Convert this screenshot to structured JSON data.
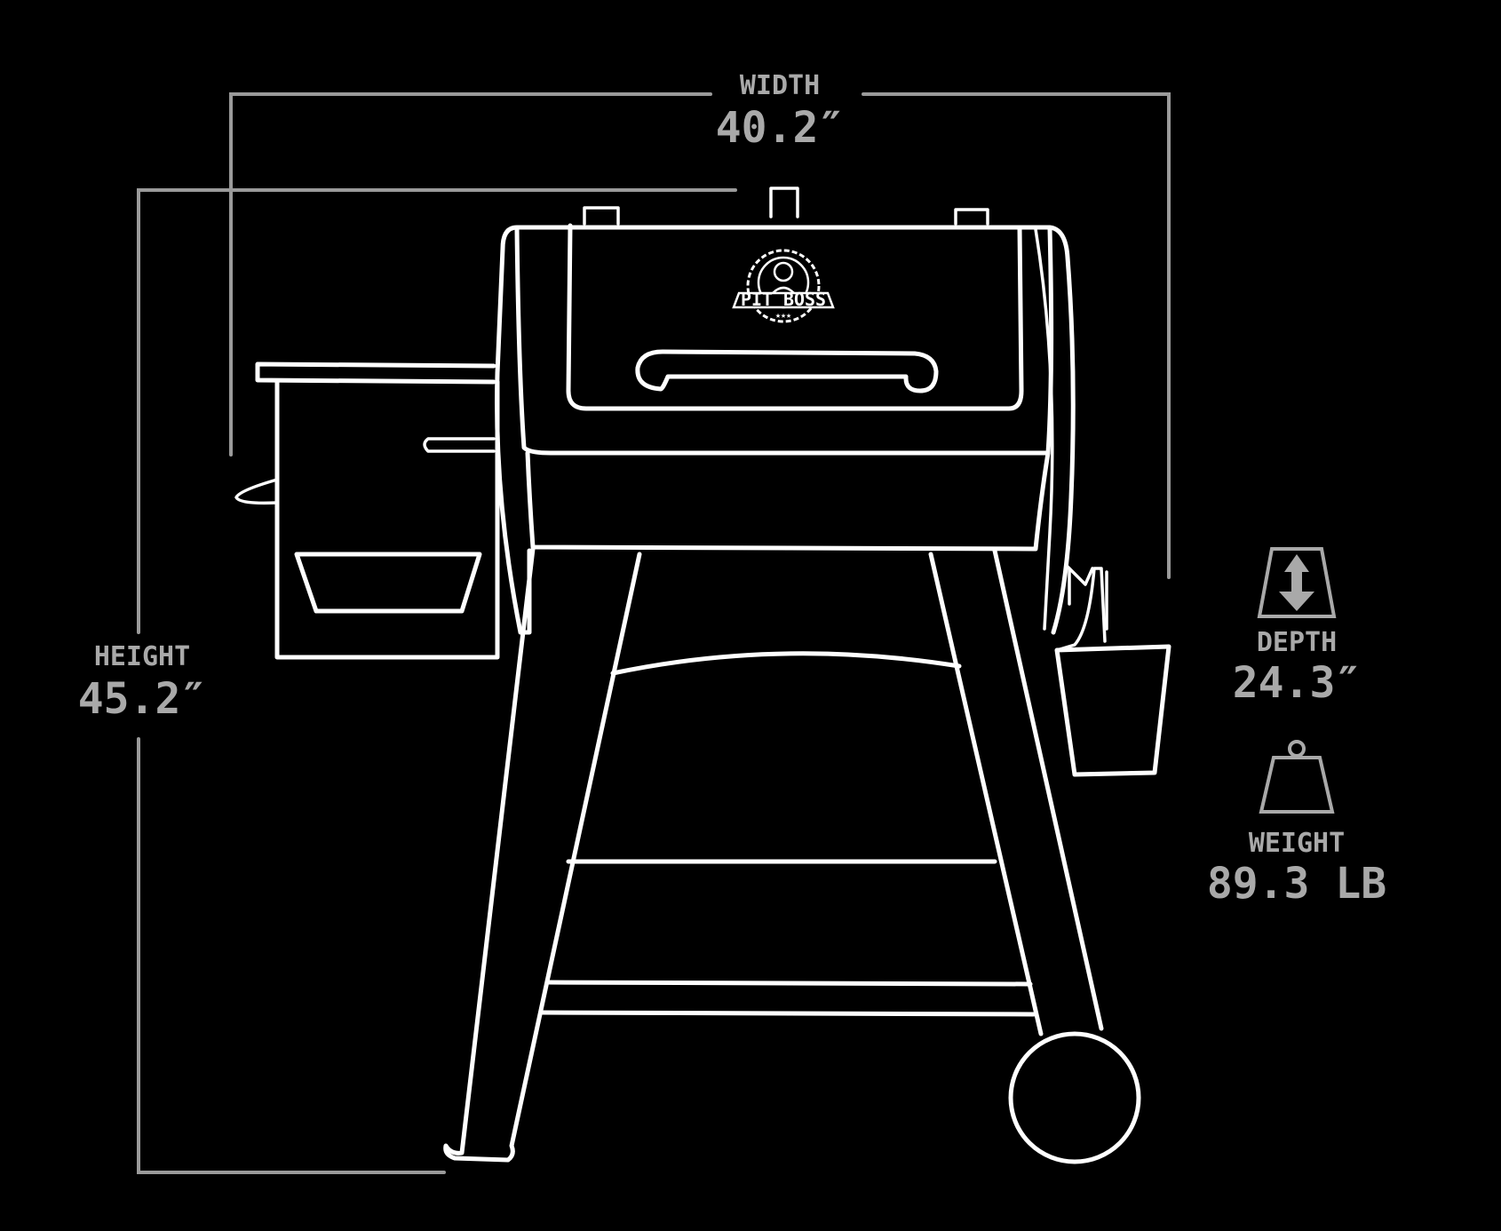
{
  "brand": {
    "logo_text": "PIT BOSS"
  },
  "dimensions": {
    "width": {
      "label": "WIDTH",
      "value": "40.2″"
    },
    "height": {
      "label": "HEIGHT",
      "value": "45.2″"
    },
    "depth": {
      "label": "DEPTH",
      "value": "24.3″"
    },
    "weight": {
      "label": "WEIGHT",
      "value": "89.3 LB"
    }
  },
  "colors": {
    "background": "#000000",
    "line": "#ffffff",
    "dimension": "#9a9a9a"
  },
  "icons": {
    "depth": "depth-arrow-icon",
    "weight": "weight-icon"
  }
}
